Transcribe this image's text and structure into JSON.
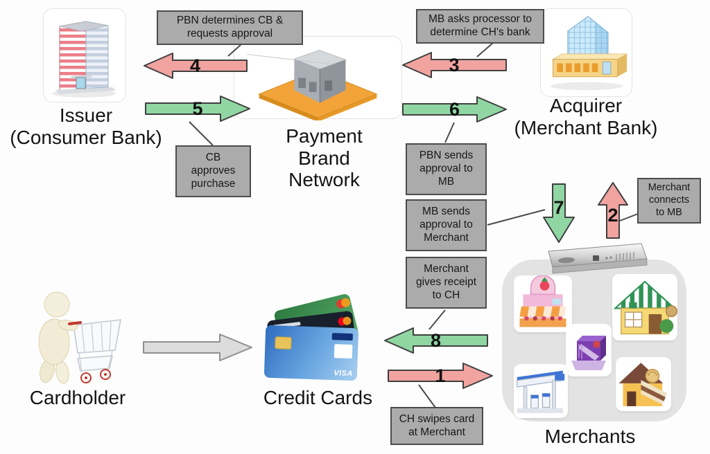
{
  "entities": {
    "issuer": {
      "label": "Issuer",
      "sublabel": "(Consumer Bank)"
    },
    "payment_brand_network": {
      "label": "Payment\nBrand\nNetwork"
    },
    "acquirer": {
      "label": "Acquirer",
      "sublabel": "(Merchant Bank)"
    },
    "cardholder": {
      "label": "Cardholder"
    },
    "credit_cards": {
      "label": "Credit Cards",
      "visa_text": "VISA"
    },
    "merchants": {
      "label": "Merchants"
    }
  },
  "steps": {
    "1": {
      "number": "1",
      "note": "CH swipes card\nat Merchant",
      "direction": "right",
      "color": "pink"
    },
    "2": {
      "number": "2",
      "note": "Merchant\nconnects\nto MB",
      "direction": "up",
      "color": "pink"
    },
    "3": {
      "number": "3",
      "note": "MB asks processor to\ndetermine CH's bank",
      "direction": "left",
      "color": "pink"
    },
    "4": {
      "number": "4",
      "note": "PBN determines CB &\nrequests approval",
      "direction": "left",
      "color": "pink"
    },
    "5": {
      "number": "5",
      "note": "CB\napproves\npurchase",
      "direction": "right",
      "color": "green"
    },
    "6": {
      "number": "6",
      "note": "PBN sends\napproval to\nMB",
      "direction": "right",
      "color": "green"
    },
    "7": {
      "number": "7",
      "note": "MB sends\napproval to\nMerchant",
      "direction": "down",
      "color": "green"
    },
    "8": {
      "number": "8",
      "note": "Merchant\ngives receipt\nto CH",
      "direction": "left",
      "color": "green"
    }
  },
  "colors": {
    "arrow_pink": "#f1a3a0",
    "arrow_green": "#90d6a3",
    "arrow_gray": "#dcdcdc",
    "callout_gray": "#ababab",
    "platform_orange": "#f2a43a",
    "merchants_panel_gray": "#e3e3e3"
  },
  "icons": {
    "issuer": "office-building-icon",
    "payment_brand_network": "servers-on-platform-icon",
    "acquirer": "bank-building-icon",
    "cardholder": "shopper-with-cart-icon",
    "credit_cards": "credit-cards-stack-icon",
    "merchants_hub": "network-router-icon",
    "merchant_tiles": [
      "fruit-store-icon",
      "grocery-store-icon",
      "theater-store-icon",
      "gas-station-icon",
      "house-store-icon"
    ]
  }
}
